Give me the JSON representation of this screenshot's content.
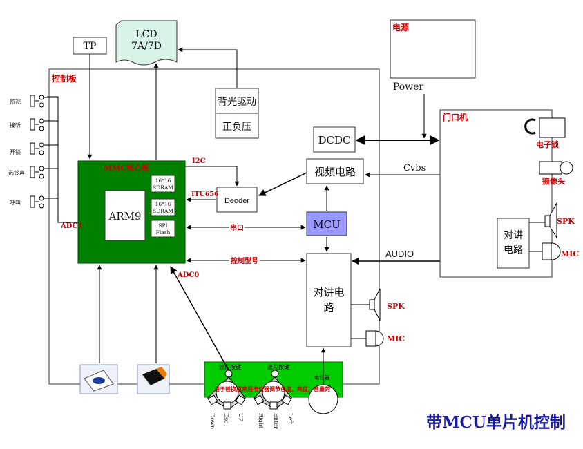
{
  "title": "带MCU单片机控制",
  "colors": {
    "core_green": "#008000",
    "accent_red": "#cc0000",
    "mcu_fill": "#9999ff",
    "lcd_fill": "#d8f2e6",
    "panel_green": "#00cc00"
  },
  "blocks": {
    "tp": "TP",
    "lcd_line1": "LCD",
    "lcd_line2": "7A/7D",
    "backlight_drive": "背光驱动",
    "positive_negative_voltage": "正负压",
    "power_box": "电源",
    "power_label": "Power",
    "dcdc": "DCDC",
    "video_circuit": "视频电路",
    "decoder": "Deoder",
    "mcu": "MCU",
    "intercom_line1": "对讲电",
    "intercom_line2": "路",
    "door_unit": "门口机",
    "electronic_lock": "电子锁",
    "camera": "摄像头",
    "door_intercom_line1": "对讲",
    "door_intercom_line2": "电路",
    "control_board": "控制板",
    "mmc_core_board": "MMC核心板",
    "arm9": "ARM9",
    "sdram1_line1": "16*16",
    "sdram1_line2": "SDRAM",
    "sdram2_line1": "16*16",
    "sdram2_line2": "SDRAM",
    "spi_line1": "SPI",
    "spi_line2": "Flash"
  },
  "signals": {
    "i2c": "I2C",
    "itu656": "ITU656",
    "serial_port": "串口",
    "control_signal": "控制型号",
    "adc1": "ADC1",
    "adc0": "ADC0",
    "cvbs": "Cvbs",
    "audio": "AUDIO",
    "spk": "SPK",
    "mic": "MIC"
  },
  "buttons": [
    "监视",
    "接听",
    "开锁",
    "选铃声",
    "呼叫"
  ],
  "panel": {
    "knob_label_1": "波段按键",
    "knob_label_2": "波段按键",
    "pot_label": "电位器",
    "note": "用于替换原来用电位器调节色度、亮度、音量的",
    "keys": [
      "Down",
      "Esc",
      "UP",
      "Right",
      "Enter",
      "Left"
    ]
  }
}
